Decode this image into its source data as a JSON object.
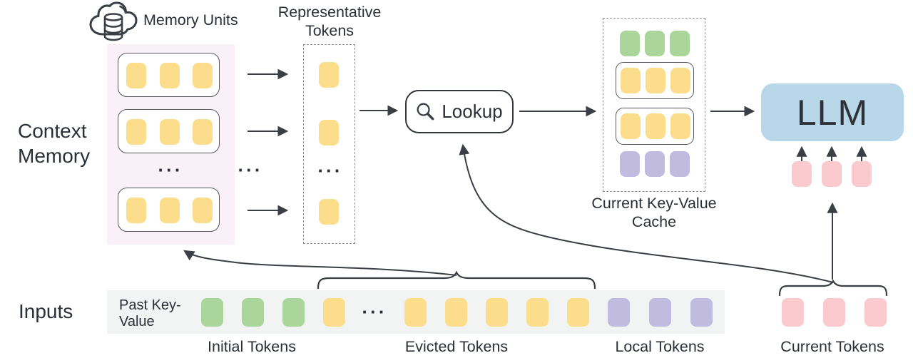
{
  "colors": {
    "yellow": "#FBDD8C",
    "green": "#ABD69B",
    "purple": "#C0BBDF",
    "pink": "#FBCACF",
    "llm_blue": "#B8D7E9",
    "memory_panel_pink": "#FAF0F8",
    "input_strip_gray": "#F2F4F3",
    "line": "#3A3E45",
    "text": "#2B2F37"
  },
  "labels": {
    "memory_units": "Memory Units",
    "representative_tokens": "Representative Tokens",
    "context_memory": "Context Memory",
    "lookup": "Lookup",
    "current_kv_cache": "Current Key-Value Cache",
    "llm": "LLM",
    "inputs": "Inputs",
    "past_key_value": "Past Key-Value",
    "initial_tokens": "Initial Tokens",
    "evicted_tokens": "Evicted Tokens",
    "local_tokens": "Local Tokens",
    "current_tokens": "Current Tokens",
    "ellipsis": "···"
  },
  "token_groups": {
    "memory_unit_row": {
      "count": 3,
      "color": "yellow"
    },
    "rep_token": {
      "count": 1,
      "color": "yellow"
    },
    "cache_initial_row": {
      "count": 3,
      "color": "green"
    },
    "cache_memory_row": {
      "count": 3,
      "color": "yellow"
    },
    "cache_local_row": {
      "count": 3,
      "color": "purple"
    },
    "llm_input_row": {
      "count": 3,
      "color": "pink"
    },
    "strip_initial": {
      "count": 3,
      "color": "green"
    },
    "strip_evicted_lead": {
      "count": 1,
      "color": "yellow"
    },
    "strip_evicted": {
      "count": 5,
      "color": "yellow"
    },
    "strip_local": {
      "count": 3,
      "color": "purple"
    },
    "strip_current": {
      "count": 3,
      "color": "pink"
    }
  }
}
